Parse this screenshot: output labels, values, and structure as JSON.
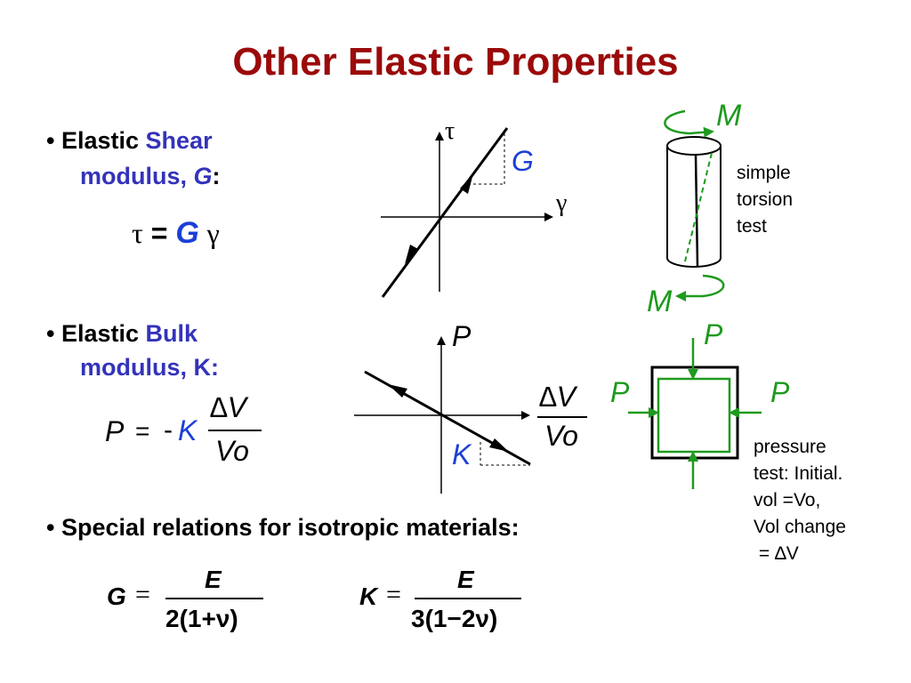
{
  "title": "Other Elastic Properties",
  "shear": {
    "bullet": "•",
    "label_a": "Elastic",
    "label_b": "Shear",
    "label_line2": "modulus,",
    "label_symbol": "G",
    "label_colon": ":",
    "eq_tau": "τ",
    "eq_equals": "=",
    "eq_G": "G",
    "eq_gamma": "γ",
    "axis_y": "τ",
    "axis_x": "γ",
    "slope_label": "G",
    "moment_top": "M",
    "moment_bottom": "M",
    "test_note": [
      "simple",
      "torsion",
      "test"
    ]
  },
  "bulk": {
    "bullet": "•",
    "label_a": "Elastic",
    "label_b": "Bulk",
    "label_line2": "modulus, K:",
    "eq_P": "P",
    "eq_equals": "=",
    "eq_neg": "-",
    "eq_K": "K",
    "eq_num": "∆V",
    "eq_den": "Vo",
    "axis_y": "P",
    "axis_x_num": "∆V",
    "axis_x_den": "Vo",
    "slope_label": "K",
    "pressure_top": "P",
    "pressure_left": "P",
    "pressure_right": "P",
    "test_note": [
      "pressure",
      "test: Initial.",
      "vol =Vo,",
      "Vol change",
      " = ∆V"
    ]
  },
  "special": {
    "bullet": "•",
    "label": "Special relations for isotropic materials:",
    "eq1_lhs": "G",
    "eq1_equals": "=",
    "eq1_num": "E",
    "eq1_den": "2(1+ν)",
    "eq2_lhs": "K",
    "eq2_equals": "=",
    "eq2_num": "E",
    "eq2_den": "3(1−2ν)"
  },
  "colors": {
    "title": "#9b0a0a",
    "label_blue": "#3333bb",
    "symbol_blue": "#1c3fd6",
    "green": "#1e9a1e"
  }
}
